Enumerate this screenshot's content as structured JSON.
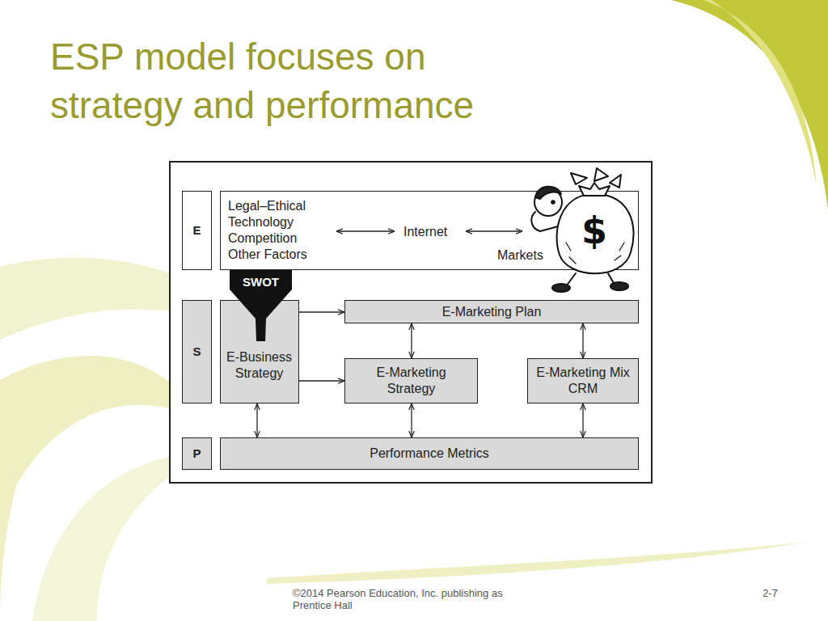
{
  "diagram": {
    "title": "ESP model focuses on strategy and performance",
    "nodes": [
      {
        "text": [
          "E"
        ]
      },
      {
        "text": [
          "Legal–Ethical Technology Competition Other Factors",
          "Internet",
          "Markets"
        ]
      },
      {
        "text": [
          "SWOT"
        ]
      },
      {
        "text": [
          "S"
        ]
      },
      {
        "text": [
          "E-Business Strategy"
        ]
      },
      {
        "text": [
          "E-Marketing Plan"
        ]
      },
      {
        "text": [
          "E-Marketing Strategy"
        ]
      },
      {
        "text": [
          "E-Marketing Mix CRM"
        ]
      },
      {
        "text": [
          "P"
        ]
      },
      {
        "text": [
          "Performance Metrics"
        ]
      }
    ],
    "edges": [
      {
        "from": 4,
        "to": 5,
        "arrow": "to"
      },
      {
        "from": 4,
        "to": 6,
        "arrow": "to"
      },
      {
        "from": 5,
        "to": 6,
        "arrow": "both"
      },
      {
        "from": 5,
        "to": 7,
        "arrow": "both"
      },
      {
        "from": 4,
        "to": 9,
        "arrow": "both"
      },
      {
        "from": 6,
        "to": 9,
        "arrow": "both"
      },
      {
        "from": 7,
        "to": 9,
        "arrow": "both"
      }
    ],
    "labels": [
      "$",
      "©2014 Pearson Education, Inc. publishing as Prentice Hall",
      "2-7"
    ]
  }
}
